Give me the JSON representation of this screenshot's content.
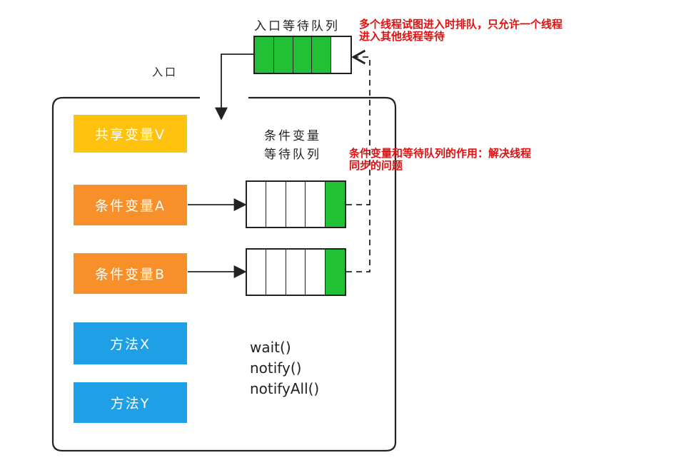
{
  "entry_queue": {
    "title": "入口等待队列",
    "cells": [
      true,
      true,
      true,
      true,
      false
    ]
  },
  "entry_label": "入口",
  "annotations": {
    "entry_note_line1": "多个线程试图进入时排队，只允许一个线程",
    "entry_note_line2": "进入其他线程等待",
    "cond_note_line1": "条件变量和等待队列的作用：解决线程",
    "cond_note_line2": "同步的问题"
  },
  "cond_queue_title_line1": "条件变量",
  "cond_queue_title_line2": "等待队列",
  "boxes": {
    "shared_var": "共享变量V",
    "cond_a": "条件变量A",
    "cond_b": "条件变量B",
    "method_x": "方法X",
    "method_y": "方法Y"
  },
  "cond_queue_a": {
    "cells": [
      false,
      false,
      false,
      false,
      true
    ]
  },
  "cond_queue_b": {
    "cells": [
      false,
      false,
      false,
      false,
      true
    ]
  },
  "methods": [
    "wait()",
    "notify()",
    "notifyAll()"
  ],
  "colors": {
    "queue_fill": "#22c135",
    "annotation": "#e01010",
    "shared": "#ffc20e",
    "condition": "#f7902b",
    "method": "#1fa0e6"
  }
}
